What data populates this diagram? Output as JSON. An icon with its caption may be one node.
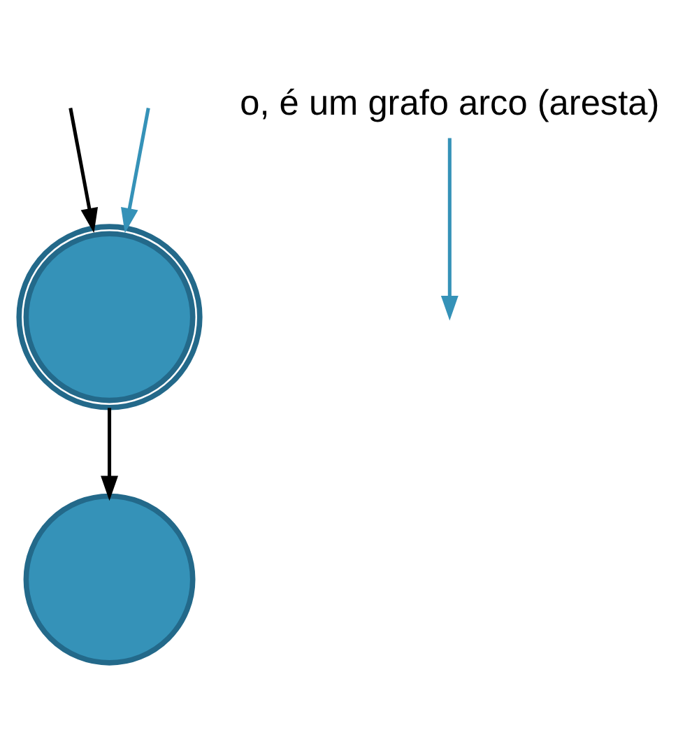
{
  "diagram": {
    "nodes": [
      {
        "text": [],
        "shape": "circle"
      },
      {
        "text": [],
        "shape": "circle"
      },
      {
        "text": [
          "o, é um grafo arco (aresta)"
        ]
      }
    ],
    "edges": [
      {
        "from": null,
        "to": 0,
        "arrow": "to"
      },
      {
        "from": 0,
        "to": 1,
        "arrow": "to"
      },
      {
        "from": null,
        "to": 0,
        "arrow": "to",
        "color": "#3592b8"
      },
      {
        "from": 2,
        "to": null,
        "arrow": "to",
        "color": "#3592b8"
      }
    ]
  }
}
